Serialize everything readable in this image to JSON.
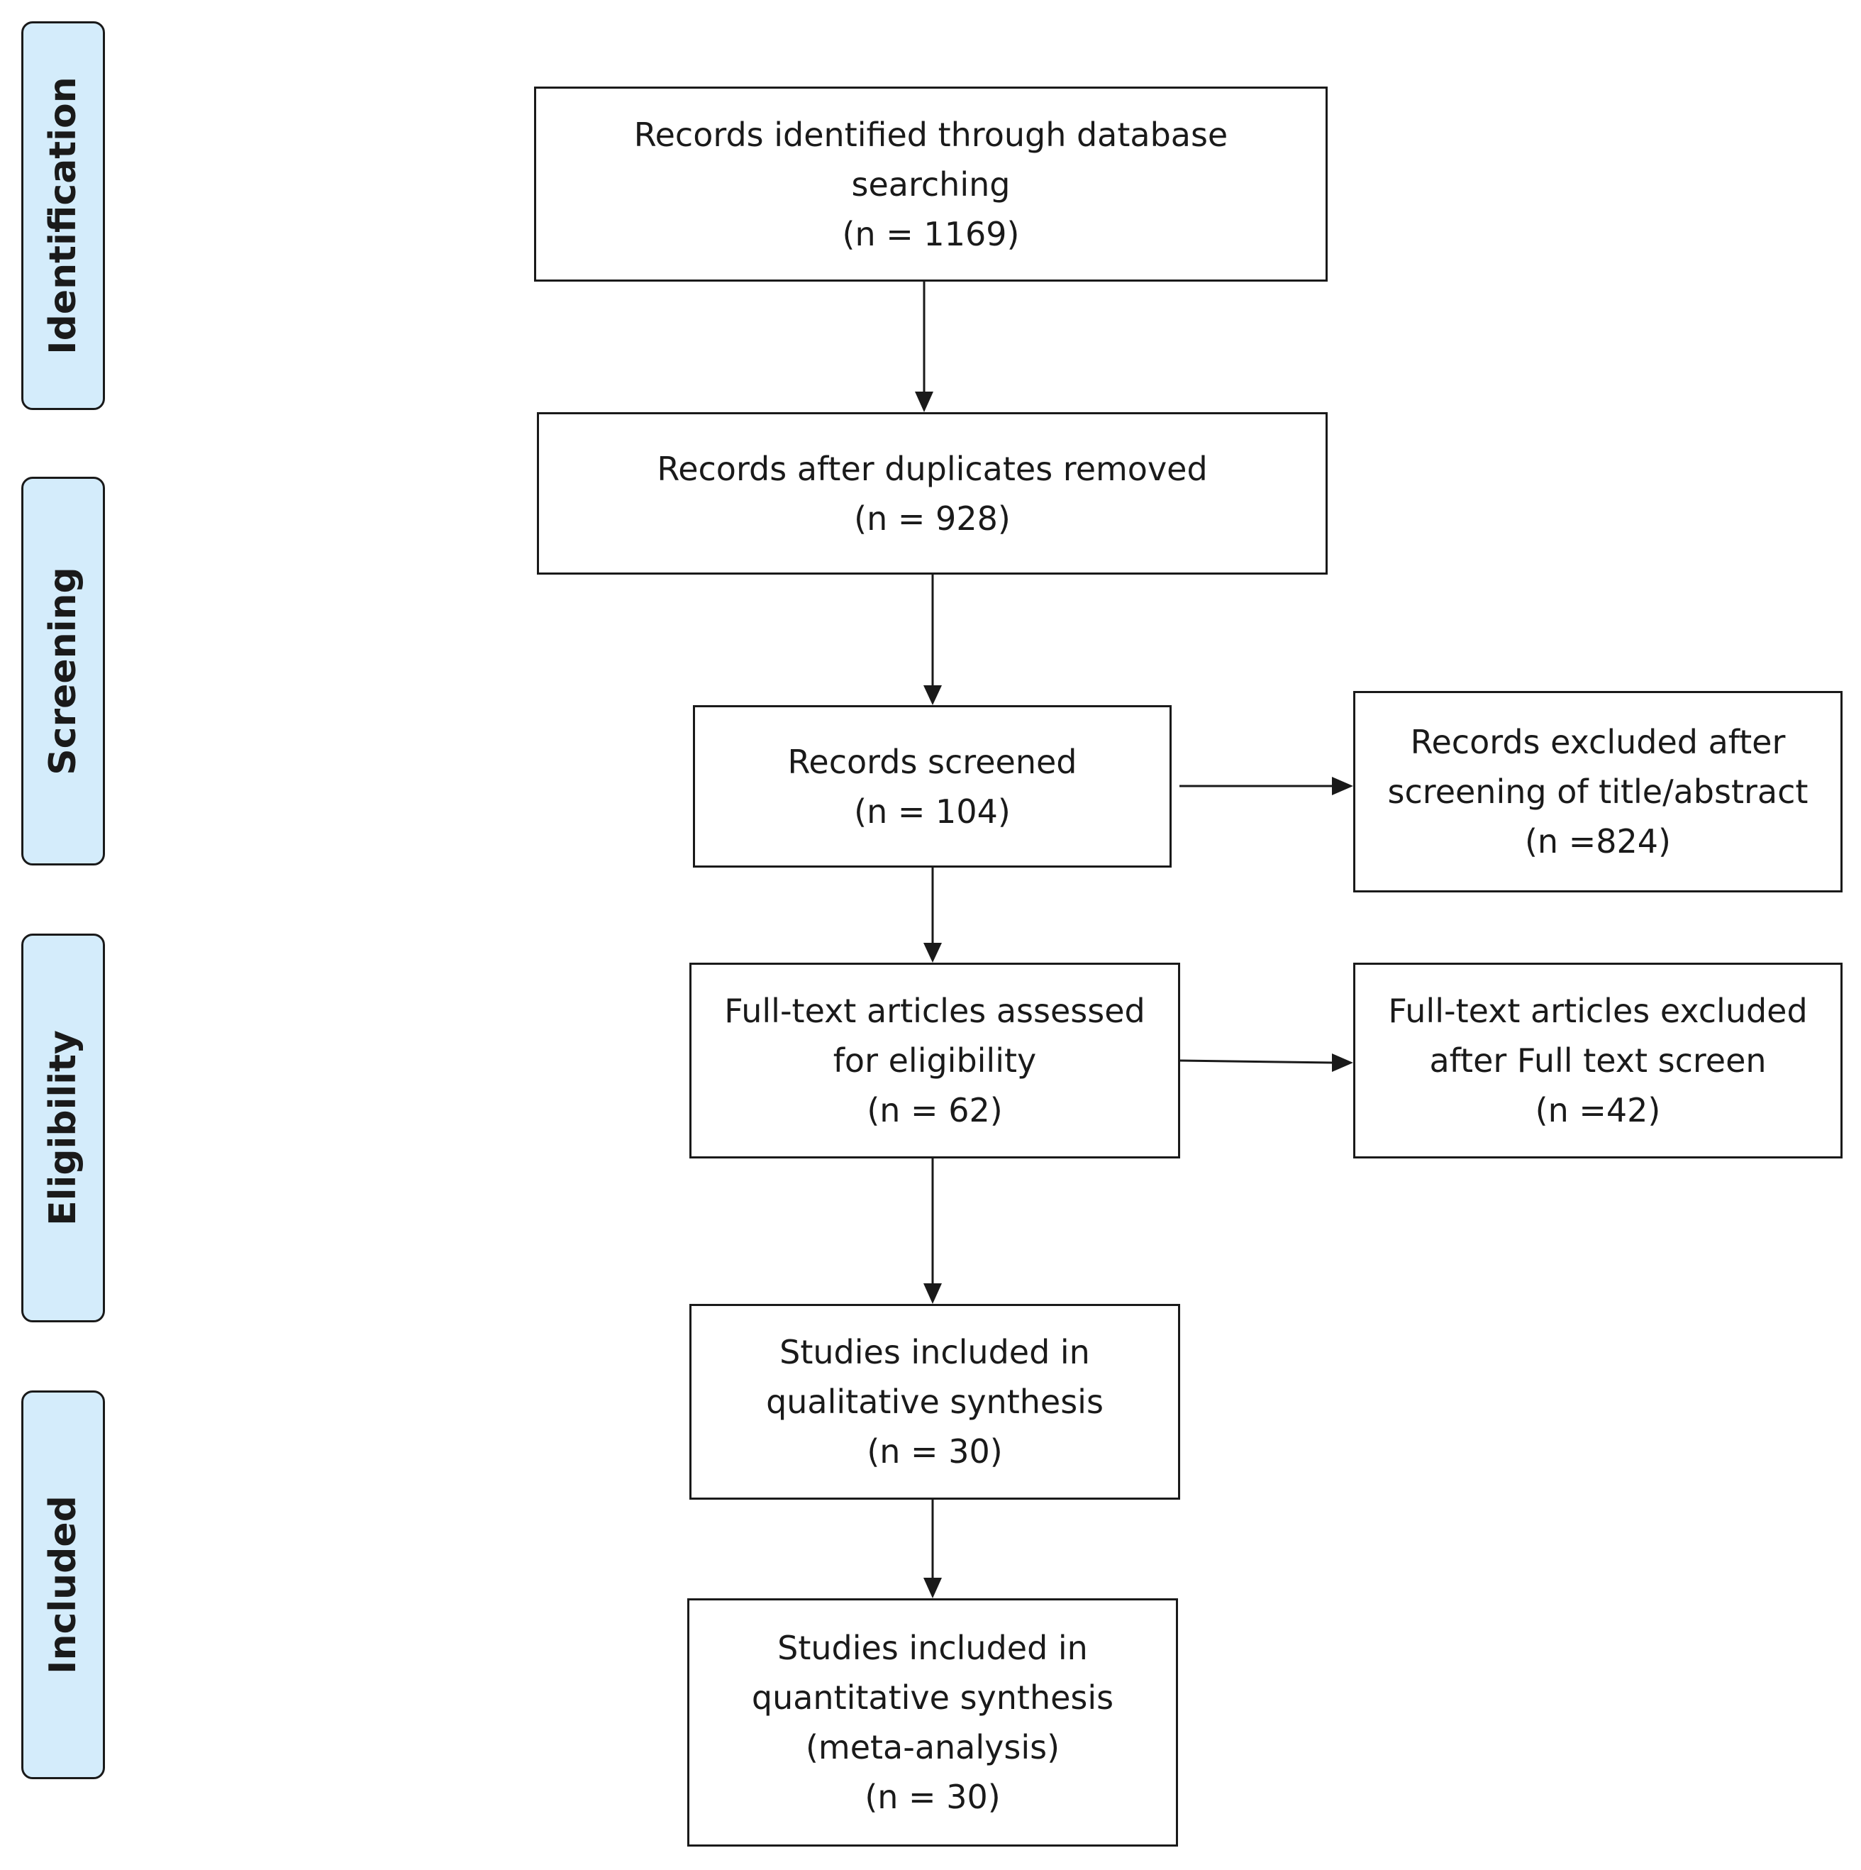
{
  "phases": {
    "identification": "Identification",
    "screening": "Screening",
    "eligibility": "Eligibility",
    "included": "Included"
  },
  "boxes": {
    "identified": {
      "lines": [
        "Records identified through database",
        "searching",
        "(n =  1169)"
      ]
    },
    "after_duplicates": {
      "lines": [
        "Records after duplicates removed",
        "(n = 928)"
      ]
    },
    "screened": {
      "lines": [
        "Records screened",
        "(n = 104)"
      ]
    },
    "excluded_screening": {
      "lines": [
        "Records excluded after",
        "screening of title/abstract",
        "(n =824)"
      ]
    },
    "fulltext_assessed": {
      "lines": [
        "Full-text articles assessed",
        "for eligibility",
        "(n = 62)"
      ]
    },
    "fulltext_excluded": {
      "lines": [
        "Full-text articles excluded",
        "after Full text screen",
        "(n =42)"
      ]
    },
    "qualitative": {
      "lines": [
        "Studies included in",
        "qualitative synthesis",
        "(n = 30)"
      ]
    },
    "quantitative": {
      "lines": [
        "Studies included in",
        "quantitative synthesis",
        "(meta-analysis)",
        "(n = 30)"
      ]
    }
  },
  "colors": {
    "phase_fill": "#d4ecfb",
    "stroke": "#1a1a1a"
  }
}
